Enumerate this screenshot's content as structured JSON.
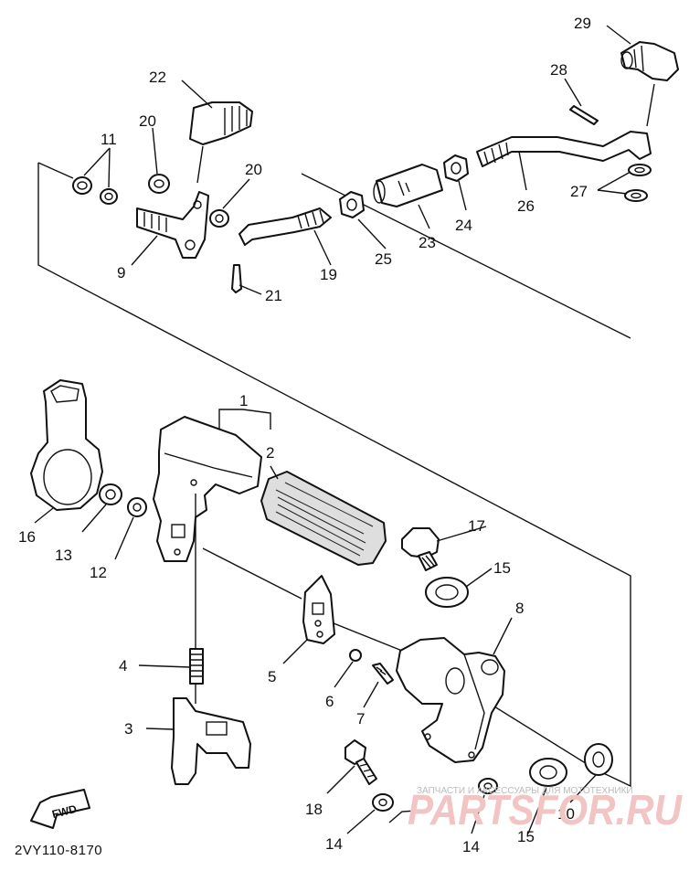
{
  "diagram_code": "2VY110-8170",
  "fwd_label": "FWD",
  "watermark": {
    "caption": "ЗАПЧАСТИ И АКСЕССУАРЫ ДЛЯ МОТОТЕХНИКИ",
    "brand": "PARTSFOR.RU"
  },
  "callouts": {
    "c1": "1",
    "c2": "2",
    "c3": "3",
    "c4": "4",
    "c5": "5",
    "c6": "6",
    "c7": "7",
    "c8": "8",
    "c9": "9",
    "c10": "10",
    "c11": "11",
    "c12": "12",
    "c13": "13",
    "c14a": "14",
    "c14b": "14",
    "c15a": "15",
    "c15b": "15",
    "c16": "16",
    "c17": "17",
    "c18": "18",
    "c19": "19",
    "c20a": "20",
    "c20b": "20",
    "c21": "21",
    "c22": "22",
    "c23": "23",
    "c24": "24",
    "c25": "25",
    "c26": "26",
    "c27": "27",
    "c28": "28",
    "c29": "29"
  }
}
